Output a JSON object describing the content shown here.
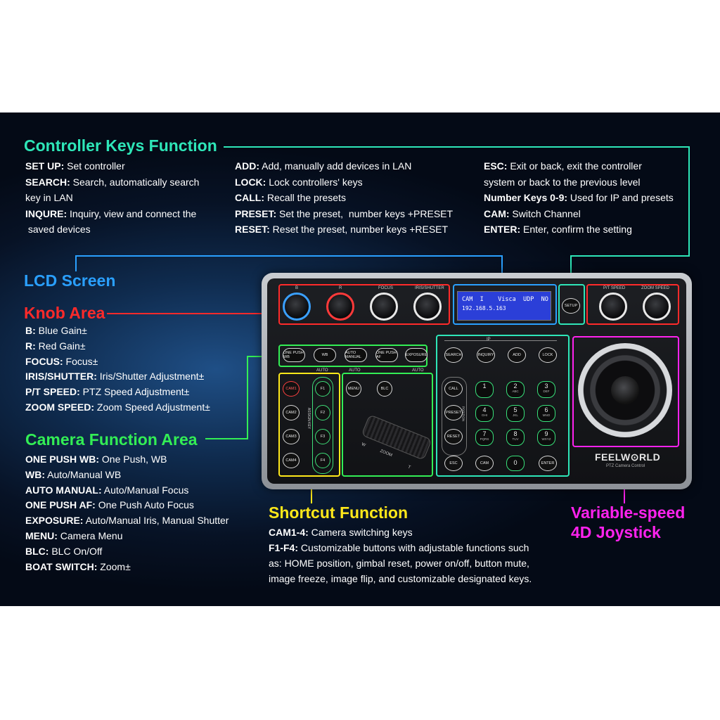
{
  "colors": {
    "teal": "#2ee6b8",
    "blue": "#2aa0ff",
    "red": "#ff2a2a",
    "green": "#33ee55",
    "yellow": "#ffe81a",
    "magenta": "#ff22ee"
  },
  "controller": {
    "title": "Controller Keys Function",
    "col1": [
      {
        "key": "SET UP:",
        "desc": " Set controller"
      },
      {
        "key": "SEARCH:",
        "desc": " Search, automatically search"
      },
      {
        "key": "",
        "desc": "key in LAN"
      },
      {
        "key": "INQURE:",
        "desc": " Inquiry, view and connect the"
      },
      {
        "key": "",
        "desc": " saved devices"
      }
    ],
    "col2": [
      {
        "key": "ADD:",
        "desc": " Add, manually add devices in LAN"
      },
      {
        "key": "LOCK:",
        "desc": " Lock controllers' keys"
      },
      {
        "key": "CALL:",
        "desc": " Recall the presets"
      },
      {
        "key": "PRESET:",
        "desc": " Set the preset,  number keys +PRESET"
      },
      {
        "key": "RESET:",
        "desc": " Reset the preset, number keys +RESET"
      }
    ],
    "col3": [
      {
        "key": "ESC:",
        "desc": " Exit or back, exit the controller"
      },
      {
        "key": "",
        "desc": "system or back to the previous level"
      },
      {
        "key": "Number Keys 0-9:",
        "desc": " Used for IP and presets"
      },
      {
        "key": "CAM:",
        "desc": " Switch Channel"
      },
      {
        "key": "ENTER:",
        "desc": " Enter, confirm the setting"
      }
    ]
  },
  "lcd": {
    "title": "LCD Screen",
    "line1": "CAM  I    Visca  UDP  NO",
    "line2": "192.168.5.163"
  },
  "knob": {
    "title": "Knob Area",
    "items": [
      {
        "key": "B:",
        "desc": " Blue Gain±"
      },
      {
        "key": "R:",
        "desc": " Red Gain±"
      },
      {
        "key": "FOCUS:",
        "desc": " Focus±"
      },
      {
        "key": "IRIS/SHUTTER:",
        "desc": " Iris/Shutter Adjustment±"
      },
      {
        "key": "P/T SPEED:",
        "desc": " PTZ Speed Adjustment±"
      },
      {
        "key": "ZOOM SPEED:",
        "desc": " Zoom Speed Adjustment±"
      }
    ]
  },
  "camera": {
    "title": "Camera Function Area",
    "items": [
      {
        "key": "ONE PUSH WB:",
        "desc": " One Push, WB"
      },
      {
        "key": "WB:",
        "desc": " Auto/Manual WB"
      },
      {
        "key": "AUTO MANUAL:",
        "desc": " Auto/Manual Focus"
      },
      {
        "key": "ONE PUSH AF:",
        "desc": " One Push Auto Focus"
      },
      {
        "key": "EXPOSURE:",
        "desc": " Auto/Manual Iris, Manual Shutter"
      },
      {
        "key": "MENU:",
        "desc": " Camera Menu"
      },
      {
        "key": "BLC:",
        "desc": " BLC On/Off"
      },
      {
        "key": "BOAT SWITCH:",
        "desc": " Zoom±"
      }
    ]
  },
  "shortcut": {
    "title": "Shortcut Function",
    "items": [
      {
        "key": "CAM1-4:",
        "desc": " Camera switching keys"
      },
      {
        "key": "F1-F4:",
        "desc": " Customizable buttons with adjustable functions such"
      },
      {
        "key": "",
        "desc": "as: HOME position, gimbal reset, power on/off, button mute,"
      },
      {
        "key": "",
        "desc": "image freeze, image flip, and customizable designated keys."
      }
    ]
  },
  "joystick": {
    "title_line1": "Variable-speed",
    "title_line2": "4D Joystick"
  },
  "device": {
    "brand": "FEELW⊙RLD",
    "subtitle": "PTZ Camera Control",
    "knob_labels": [
      "B",
      "R",
      "FOCUS",
      "IRIS/SHUTTER",
      "P/T SPEED",
      "ZOOM SPEED"
    ],
    "func_keys": [
      "ONE PUSH WB",
      "WB",
      "AUTO MANUAL",
      "ONE PUSH AF",
      "EXPOSURE"
    ],
    "auto_label": "AUTO",
    "cam_keys": [
      "CAM1",
      "CAM2",
      "CAM3",
      "CAM4"
    ],
    "f_keys": [
      "F1",
      "F2",
      "F3",
      "F4"
    ],
    "assign_label": "ASSIGN KEY",
    "menu": "MENU",
    "blc": "BLC",
    "zoom": "ZOOM",
    "zoom_w": "W",
    "zoom_t": "T",
    "setup": "SETUP",
    "ip_label": "IP",
    "top_keys": [
      "SEARCH",
      "INQUIRY",
      "ADD",
      "LOCK"
    ],
    "side_keys": [
      "CALL",
      "PRESET",
      "RESET"
    ],
    "position_label": "POSITION",
    "numpad": [
      {
        "n": "1",
        "s": ""
      },
      {
        "n": "2",
        "s": "ABC"
      },
      {
        "n": "3",
        "s": "DEF"
      },
      {
        "n": "4",
        "s": "GHI"
      },
      {
        "n": "5",
        "s": "JKL"
      },
      {
        "n": "6",
        "s": "MNO"
      },
      {
        "n": "7",
        "s": "PQRS"
      },
      {
        "n": "8",
        "s": "TUV"
      },
      {
        "n": "9",
        "s": "WXYZ"
      }
    ],
    "bottom_keys": [
      "ESC",
      "CAM",
      "0",
      "ENTER"
    ]
  }
}
